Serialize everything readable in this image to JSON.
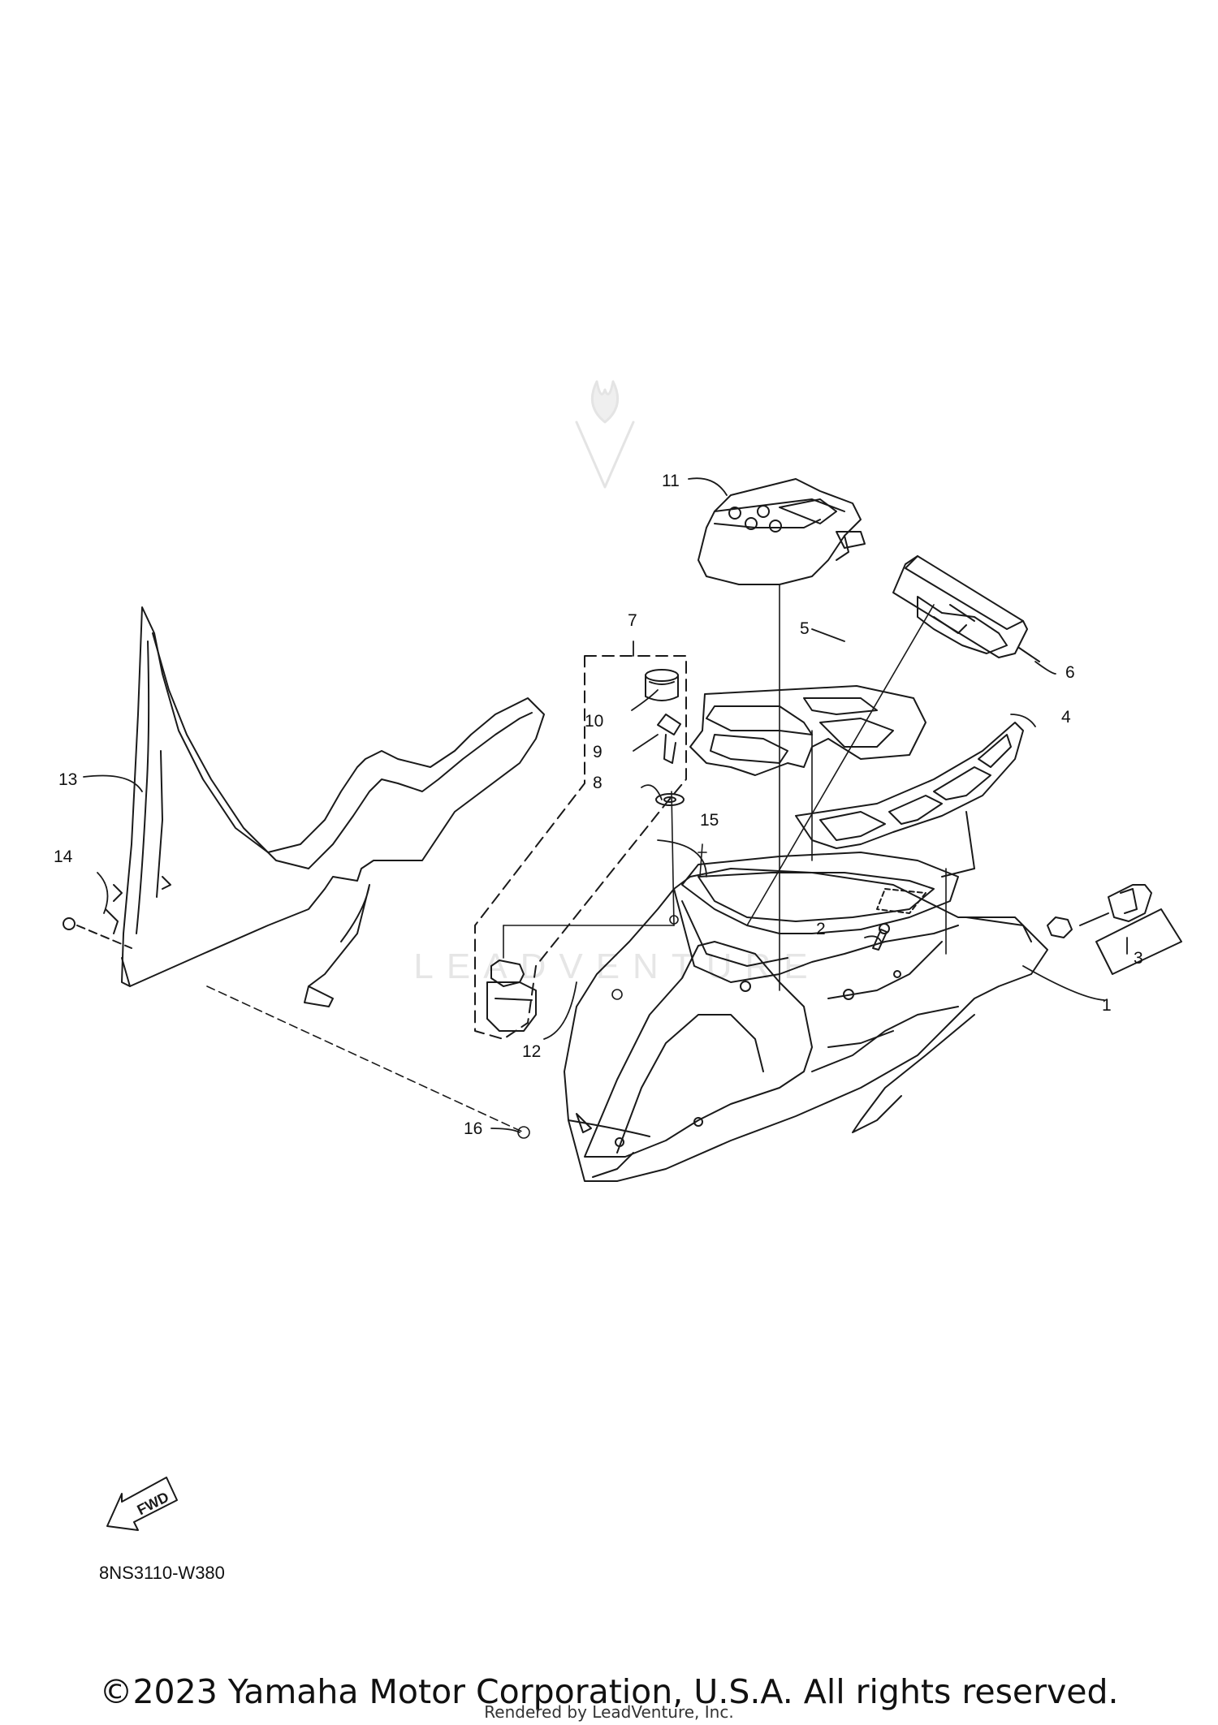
{
  "callouts": [
    {
      "id": "1",
      "label": "1"
    },
    {
      "id": "2",
      "label": "2"
    },
    {
      "id": "3",
      "label": "3"
    },
    {
      "id": "4",
      "label": "4"
    },
    {
      "id": "5",
      "label": "5"
    },
    {
      "id": "6",
      "label": "6"
    },
    {
      "id": "7",
      "label": "7"
    },
    {
      "id": "8",
      "label": "8"
    },
    {
      "id": "9",
      "label": "9"
    },
    {
      "id": "10",
      "label": "10"
    },
    {
      "id": "11",
      "label": "11"
    },
    {
      "id": "12",
      "label": "12"
    },
    {
      "id": "13",
      "label": "13"
    },
    {
      "id": "14",
      "label": "14"
    },
    {
      "id": "15",
      "label": "15"
    },
    {
      "id": "16",
      "label": "16"
    }
  ],
  "fwd_label": "FWD",
  "diagram_code": "8NS3110-W380",
  "watermark_text": "LEADVENTURE",
  "copyright": "©2023 Yamaha Motor Corporation, U.S.A. All rights reserved.",
  "rendered_by": "Rendered by LeadVenture, Inc.",
  "colors": {
    "line": "#1a1a1a",
    "watermark": "#e4e4e4",
    "background": "#ffffff"
  }
}
